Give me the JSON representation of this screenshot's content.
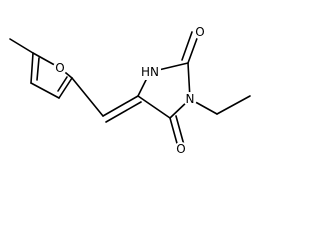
{
  "molecule": {
    "atoms": {
      "ring_oxygen": "O",
      "carbonyl_top_oxygen": "O",
      "carbonyl_bottom_oxygen": "O",
      "nh": "HN",
      "n_ethyl": "N"
    },
    "colors": {
      "bond": "#000000",
      "background": "#ffffff"
    }
  }
}
